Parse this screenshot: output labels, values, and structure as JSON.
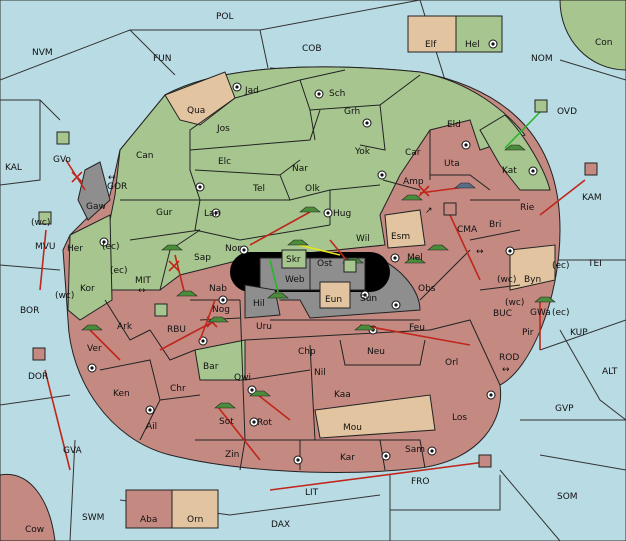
{
  "colors": {
    "sea": "#b9dbe4",
    "green": "#a7c68f",
    "red": "#c48a82",
    "tan": "#e3c4a0",
    "grey": "#8e8e8e",
    "order": "#c0261b",
    "support": "#2ab52a",
    "convoy": "#e6e61a"
  },
  "sea_labels": {
    "pol": "POL",
    "nvm": "NVM",
    "fun": "FUN",
    "cob": "COB",
    "nom": "NOM",
    "ovd": "OVD",
    "kal": "KAL",
    "gor": "GOR",
    "mit": "MIT",
    "bor": "BOR",
    "tei": "TEI",
    "buc": "BUC",
    "kup": "KUP",
    "alt": "ALT",
    "rod": "ROD",
    "gvp": "GVP",
    "gva": "GVA",
    "lit": "LIT",
    "fro": "FRO",
    "som": "SOM",
    "swm": "SWM",
    "dax": "DAX"
  },
  "green_labels": {
    "hel": "Hel",
    "jad": "Jad",
    "sch": "Sch",
    "jos": "Jos",
    "grh": "Grh",
    "eld": "Eld",
    "can": "Can",
    "elc": "Elc",
    "nar": "Nar",
    "yok": "Yok",
    "car": "Car",
    "tel": "Tel",
    "olk": "Olk",
    "kat": "Kat",
    "gur": "Gur",
    "lan": "Lan",
    "hug": "Hug",
    "nor": "Nor",
    "wil": "Wil",
    "her": "Her",
    "sap": "Sap",
    "kor": "Kor",
    "skr": "Skr",
    "bar": "Bar"
  },
  "red_labels": {
    "uta": "Uta",
    "amp": "Amp",
    "rie": "Rie",
    "bri": "Bri",
    "cma": "CMA",
    "mel": "Mel",
    "obs": "Obs",
    "pir": "Pir",
    "nab": "Nab",
    "nog": "Nog",
    "ark": "Ark",
    "ver": "Ver",
    "uru": "Uru",
    "feu": "Feu",
    "orl": "Orl",
    "chp": "Chp",
    "neu": "Neu",
    "nil": "Nil",
    "qwi": "Qwi",
    "chr": "Chr",
    "ken": "Ken",
    "kaa": "Kaa",
    "ail": "Ail",
    "sot": "Sot",
    "rot": "Rot",
    "los": "Los",
    "zin": "Zin",
    "kar": "Kar",
    "sam": "Sam",
    "aba": "Aba",
    "cow": "Cow",
    "dor": "DOR"
  },
  "tan_labels": {
    "elf": "Elf",
    "qua": "Qua",
    "esm": "Esm",
    "byn": "Byn",
    "eun": "Eun",
    "mou": "Mou",
    "orn": "Orn"
  },
  "grey_labels": {
    "web": "Web",
    "ost": "Ost",
    "sun": "Sun",
    "hil": "Hil",
    "gaw": "Gaw",
    "gwa": "GWa"
  },
  "other_labels": {
    "con": "Con",
    "gvo": "GVo",
    "mvu": "MVU",
    "rbu": "RBU",
    "ovd_town": "OVD",
    "kam": "KAM"
  },
  "coast_tags": {
    "wc1": "(wc)",
    "ec1": "(ec)",
    "ec2": "(ec)",
    "wc2": "(wc)",
    "wc3": "(wc)",
    "ec3": "(ec)",
    "wc4": "(wc)",
    "ec4": "(ec)"
  }
}
